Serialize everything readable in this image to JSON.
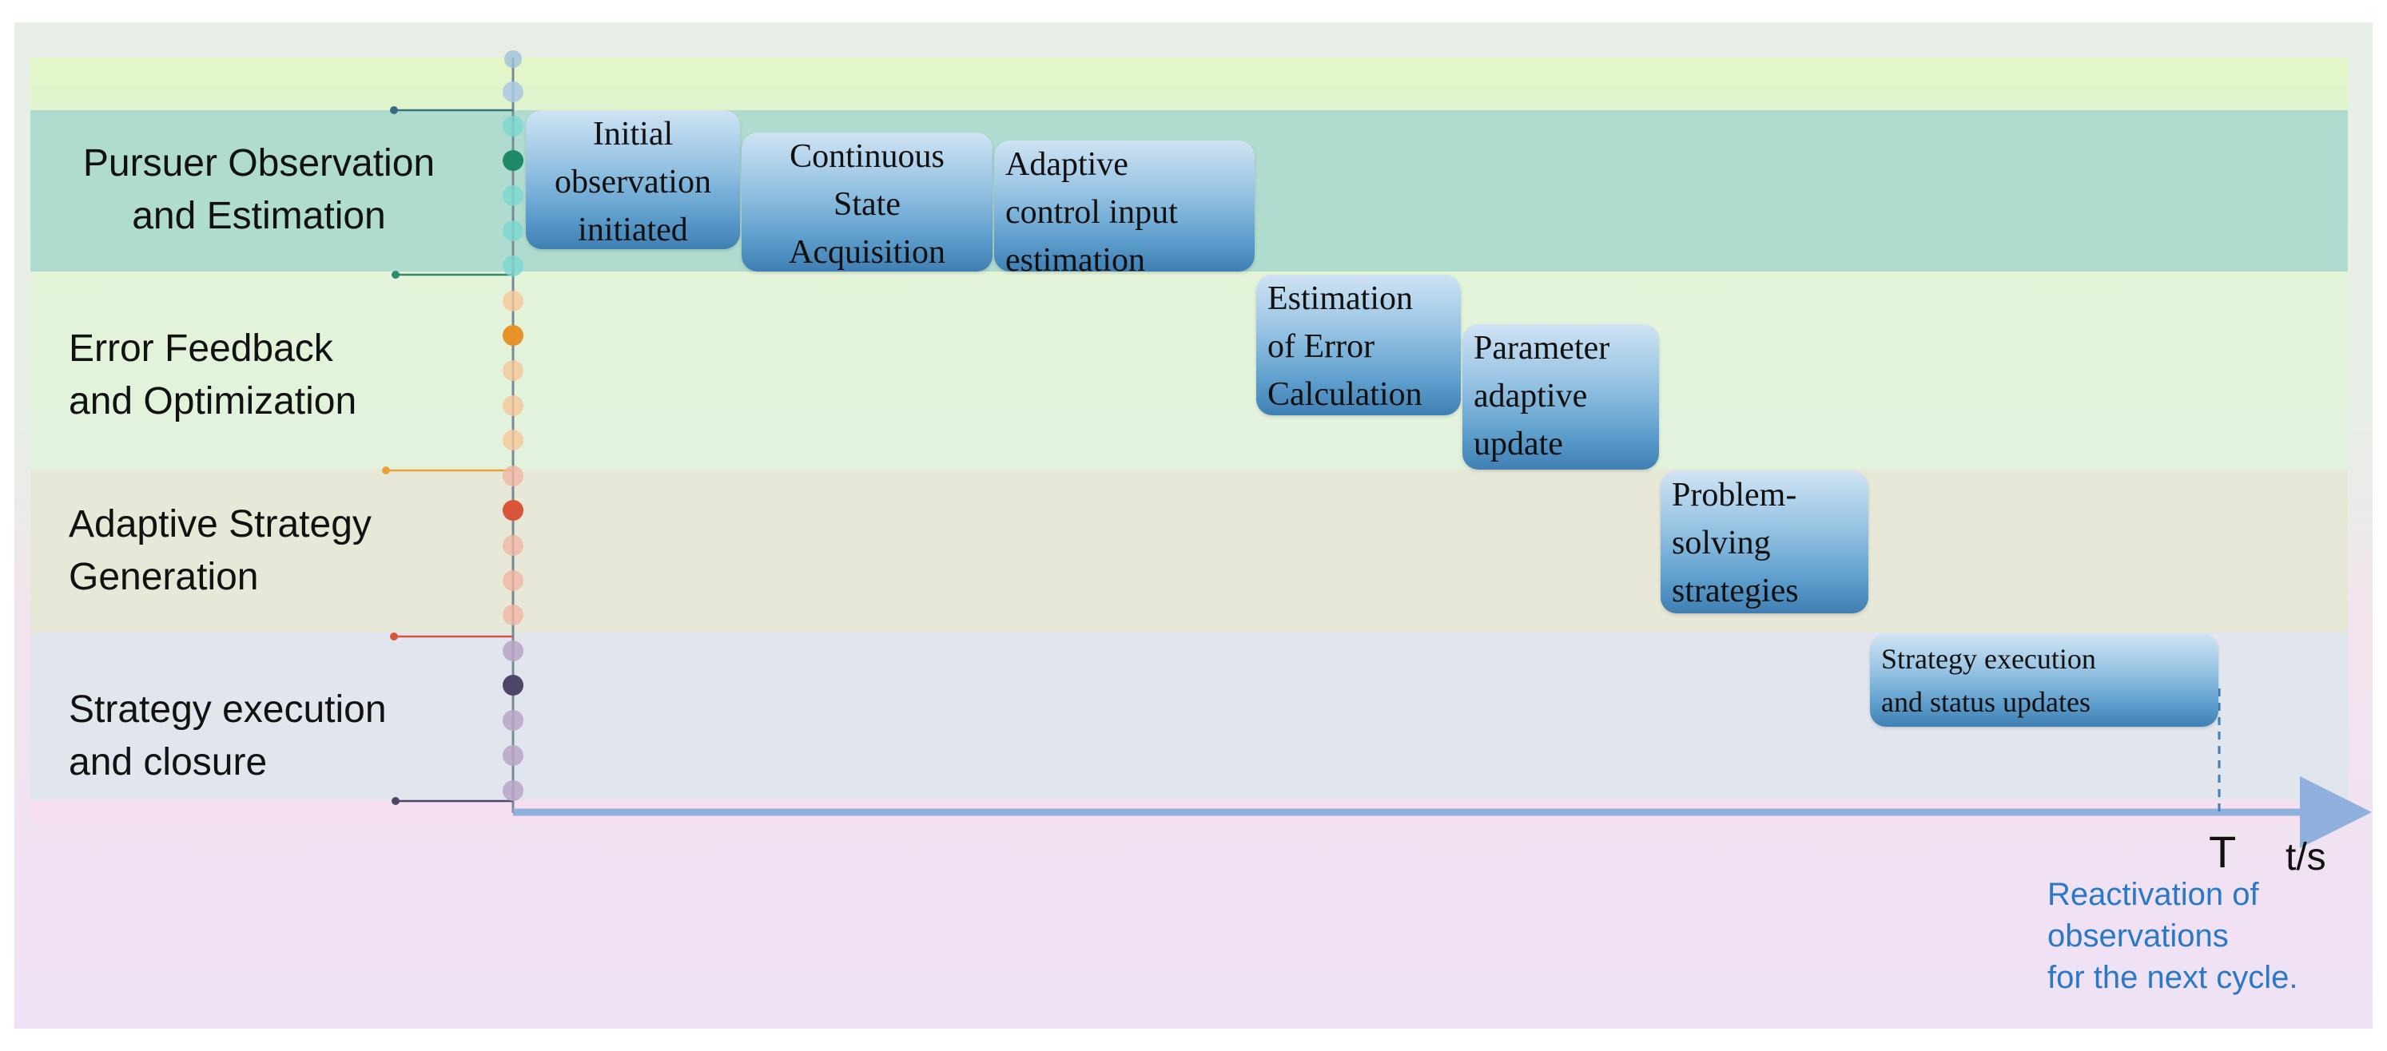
{
  "lanes": [
    {
      "label_line1": "Pursuer Observation",
      "label_line2": "and Estimation",
      "color": "#2e8b6e"
    },
    {
      "label_line1": "Error Feedback",
      "label_line2": "and Optimization",
      "color": "#e8932a"
    },
    {
      "label_line1": "Adaptive Strategy",
      "label_line2": "Generation",
      "color": "#d9553a"
    },
    {
      "label_line1": "Strategy execution",
      "label_line2": "and closure",
      "color": "#4f4566"
    }
  ],
  "stages": [
    {
      "lines": [
        "Initial",
        "observation",
        "initiated"
      ]
    },
    {
      "lines": [
        "Continuous",
        "State",
        "Acquisition"
      ]
    },
    {
      "lines": [
        "Adaptive",
        "control input",
        "estimation"
      ]
    },
    {
      "lines": [
        "Estimation",
        "of Error",
        "Calculation"
      ]
    },
    {
      "lines": [
        "Parameter",
        "adaptive",
        "update"
      ]
    },
    {
      "lines": [
        "Problem-",
        "solving",
        "strategies"
      ]
    },
    {
      "lines": [
        "Strategy execution",
        "and status updates"
      ]
    }
  ],
  "axis": {
    "end_marker": "T",
    "unit": "t/s"
  },
  "note": {
    "lines": [
      "Reactivation of",
      "observations",
      "for the next cycle."
    ]
  },
  "colors": {
    "arrow": "#8fb0dc",
    "stage_dark": "#3f7fb3",
    "note": "#2a78c8"
  }
}
